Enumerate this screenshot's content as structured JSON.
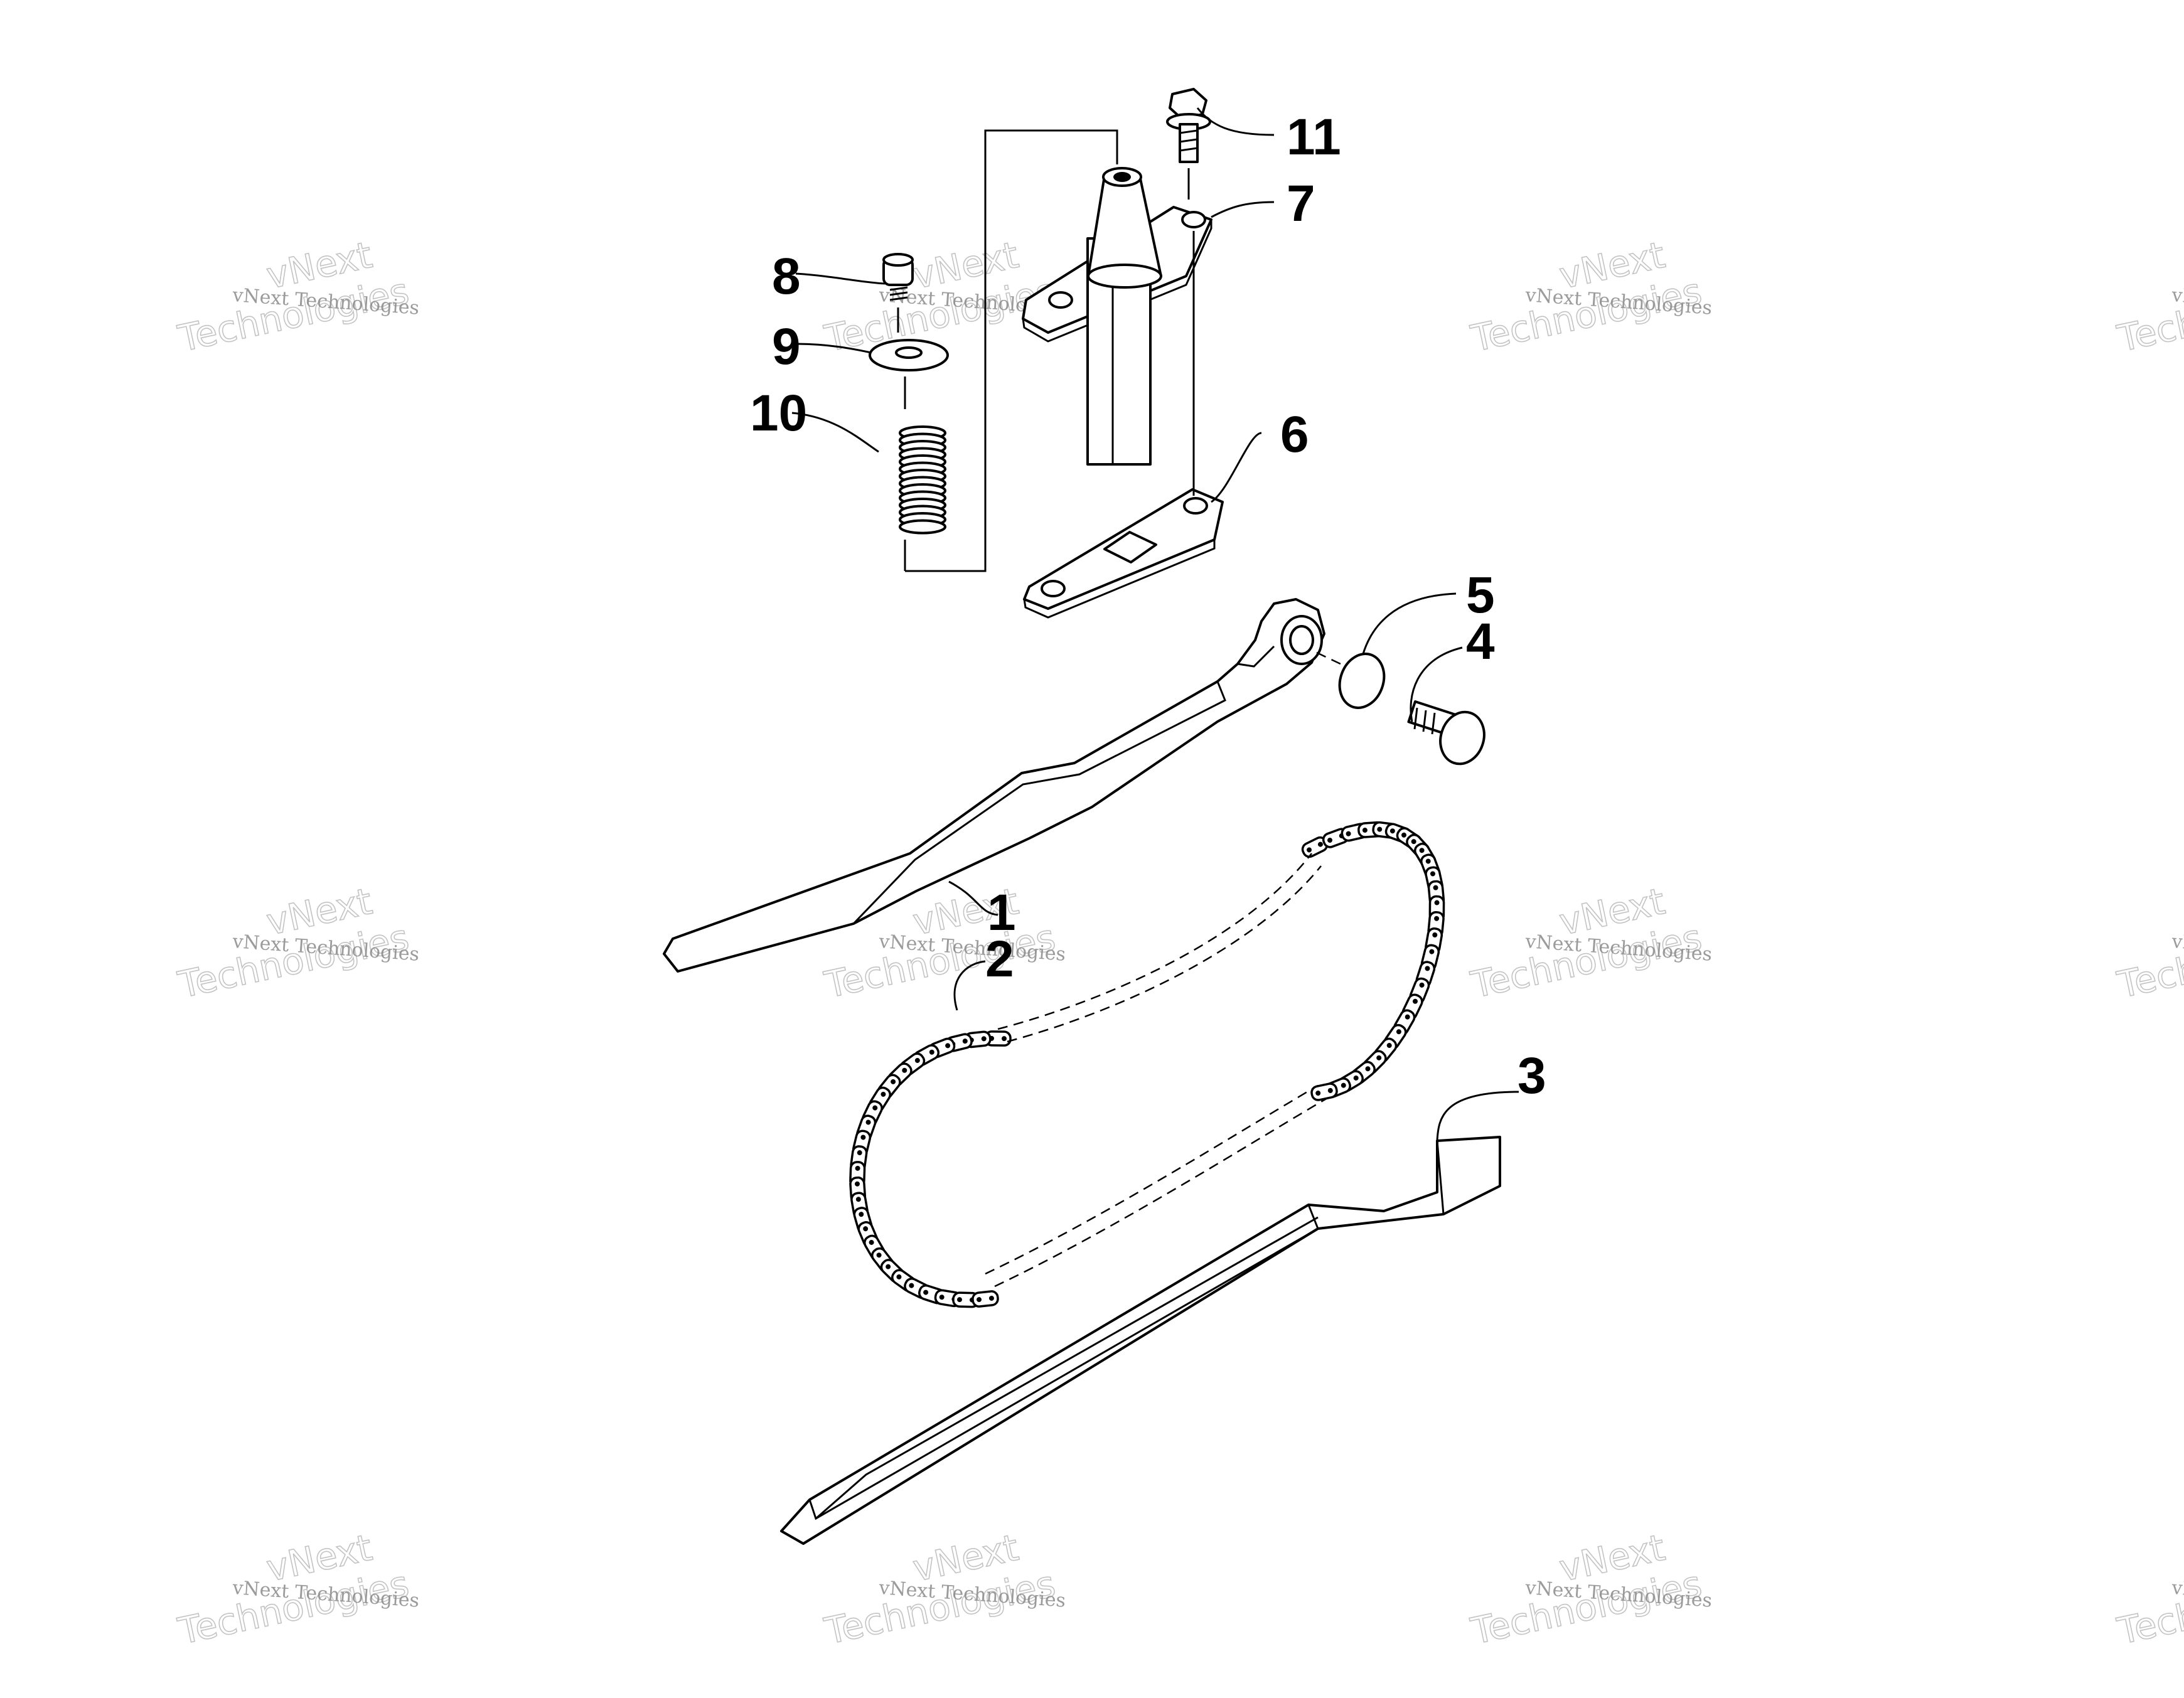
{
  "diagram": {
    "callouts": [
      {
        "id": "1",
        "label": "1"
      },
      {
        "id": "2",
        "label": "2"
      },
      {
        "id": "3",
        "label": "3"
      },
      {
        "id": "4",
        "label": "4"
      },
      {
        "id": "5",
        "label": "5"
      },
      {
        "id": "6",
        "label": "6"
      },
      {
        "id": "7",
        "label": "7"
      },
      {
        "id": "8",
        "label": "8"
      },
      {
        "id": "9",
        "label": "9"
      },
      {
        "id": "10",
        "label": "10"
      },
      {
        "id": "11",
        "label": "11"
      }
    ],
    "watermark": {
      "line_small": "vNext Technologies",
      "line_big_1": "vNext",
      "line_big_2": "Technologies"
    }
  }
}
